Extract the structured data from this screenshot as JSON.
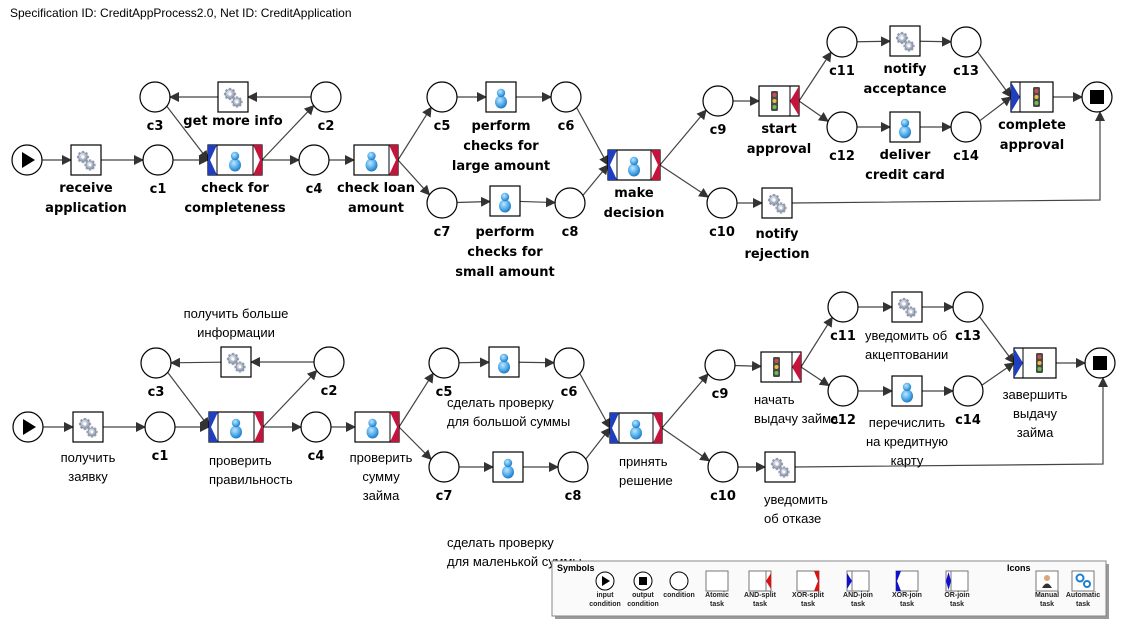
{
  "header": {
    "title": "Specification ID: CreditAppProcess2.0, Net ID:  CreditApplication"
  },
  "colors": {
    "join_blue": "#1f3fbf",
    "split_red": "#c4143c",
    "edge": "#444444"
  },
  "diagrams": [
    {
      "id": "english",
      "label_style": "en",
      "nodes": [
        {
          "id": "in",
          "kind": "input",
          "label": []
        },
        {
          "id": "receive",
          "kind": "task",
          "icon": "automatic",
          "label": [
            "receive",
            "application"
          ]
        },
        {
          "id": "c1",
          "kind": "condition",
          "label": [
            "c1"
          ]
        },
        {
          "id": "check",
          "kind": "task",
          "icon": "manual",
          "join": "xor",
          "split": "xor",
          "label": [
            "check for",
            "completeness"
          ]
        },
        {
          "id": "c3",
          "kind": "condition",
          "label": [
            "c3"
          ]
        },
        {
          "id": "getinfo",
          "kind": "task",
          "icon": "automatic",
          "label": [
            "get more info"
          ]
        },
        {
          "id": "c2",
          "kind": "condition",
          "label": [
            "c2"
          ]
        },
        {
          "id": "c4",
          "kind": "condition",
          "label": [
            "c4"
          ]
        },
        {
          "id": "checkloan",
          "kind": "task",
          "icon": "manual",
          "split": "xor",
          "label": [
            "check loan",
            "amount"
          ]
        },
        {
          "id": "c5",
          "kind": "condition",
          "label": [
            "c5"
          ]
        },
        {
          "id": "large",
          "kind": "task",
          "icon": "manual",
          "label": [
            "perform",
            "checks for",
            "large amount"
          ]
        },
        {
          "id": "c6",
          "kind": "condition",
          "label": [
            "c6"
          ]
        },
        {
          "id": "c7",
          "kind": "condition",
          "label": [
            "c7"
          ]
        },
        {
          "id": "small",
          "kind": "task",
          "icon": "manual",
          "label": [
            "perform",
            "checks for",
            "small amount"
          ]
        },
        {
          "id": "c8",
          "kind": "condition",
          "label": [
            "c8"
          ]
        },
        {
          "id": "decision",
          "kind": "task",
          "icon": "manual",
          "join": "xor",
          "split": "xor",
          "label": [
            "make",
            "decision"
          ]
        },
        {
          "id": "c9",
          "kind": "condition",
          "label": [
            "c9"
          ]
        },
        {
          "id": "startapp",
          "kind": "task",
          "icon": "trafficlight",
          "split": "and",
          "label": [
            "start",
            "approval"
          ]
        },
        {
          "id": "c10",
          "kind": "condition",
          "label": [
            "c10"
          ]
        },
        {
          "id": "reject",
          "kind": "task",
          "icon": "automatic",
          "label": [
            "notify",
            "rejection"
          ]
        },
        {
          "id": "c11",
          "kind": "condition",
          "label": [
            "c11"
          ]
        },
        {
          "id": "accept",
          "kind": "task",
          "icon": "automatic",
          "label": [
            "notify",
            "acceptance"
          ]
        },
        {
          "id": "c13",
          "kind": "condition",
          "label": [
            "c13"
          ]
        },
        {
          "id": "c12",
          "kind": "condition",
          "label": [
            "c12"
          ]
        },
        {
          "id": "deliver",
          "kind": "task",
          "icon": "manual",
          "label": [
            "deliver",
            "credit card"
          ]
        },
        {
          "id": "c14",
          "kind": "condition",
          "label": [
            "c14"
          ]
        },
        {
          "id": "complete",
          "kind": "task",
          "icon": "trafficlight",
          "join": "and",
          "label": [
            "complete",
            "approval"
          ]
        },
        {
          "id": "out",
          "kind": "output",
          "label": []
        }
      ]
    },
    {
      "id": "russian",
      "label_style": "ru",
      "nodes": [
        {
          "id": "in",
          "kind": "input",
          "label": []
        },
        {
          "id": "receive",
          "kind": "task",
          "icon": "automatic",
          "label": [
            "получить",
            "заявку"
          ]
        },
        {
          "id": "c1",
          "kind": "condition",
          "label": [
            "c1"
          ]
        },
        {
          "id": "check",
          "kind": "task",
          "icon": "manual",
          "join": "xor",
          "split": "xor",
          "label": [
            "проверить",
            "правильность"
          ]
        },
        {
          "id": "c3",
          "kind": "condition",
          "label": [
            "c3"
          ]
        },
        {
          "id": "getinfo",
          "kind": "task",
          "icon": "automatic",
          "label": [
            "получить больше",
            "информации"
          ]
        },
        {
          "id": "c2",
          "kind": "condition",
          "label": [
            "c2"
          ]
        },
        {
          "id": "c4",
          "kind": "condition",
          "label": [
            "c4"
          ]
        },
        {
          "id": "checkloan",
          "kind": "task",
          "icon": "manual",
          "split": "xor",
          "label": [
            "проверить",
            "сумму",
            "займа"
          ]
        },
        {
          "id": "c5",
          "kind": "condition",
          "label": [
            "c5"
          ]
        },
        {
          "id": "large",
          "kind": "task",
          "icon": "manual",
          "label": [
            "сделать проверку",
            "для большой суммы"
          ]
        },
        {
          "id": "c6",
          "kind": "condition",
          "label": [
            "c6"
          ]
        },
        {
          "id": "c7",
          "kind": "condition",
          "label": [
            "c7"
          ]
        },
        {
          "id": "small",
          "kind": "task",
          "icon": "manual",
          "label": [
            "сделать проверку",
            "для маленькой суммы"
          ]
        },
        {
          "id": "c8",
          "kind": "condition",
          "label": [
            "c8"
          ]
        },
        {
          "id": "decision",
          "kind": "task",
          "icon": "manual",
          "join": "xor",
          "split": "xor",
          "label": [
            "принять",
            "решение"
          ]
        },
        {
          "id": "c9",
          "kind": "condition",
          "label": [
            "c9"
          ]
        },
        {
          "id": "startapp",
          "kind": "task",
          "icon": "trafficlight",
          "split": "and",
          "label": [
            "начать",
            "выдачу займа"
          ]
        },
        {
          "id": "c10",
          "kind": "condition",
          "label": [
            "c10"
          ]
        },
        {
          "id": "reject",
          "kind": "task",
          "icon": "automatic",
          "label": [
            "уведомить",
            "об отказе"
          ]
        },
        {
          "id": "c11",
          "kind": "condition",
          "label": [
            "c11"
          ]
        },
        {
          "id": "accept",
          "kind": "task",
          "icon": "automatic",
          "label": [
            "уведомить об",
            "акцептовании"
          ]
        },
        {
          "id": "c13",
          "kind": "condition",
          "label": [
            "c13"
          ]
        },
        {
          "id": "c12",
          "kind": "condition",
          "label": [
            "c12"
          ]
        },
        {
          "id": "deliver",
          "kind": "task",
          "icon": "manual",
          "label": [
            "перечислить",
            "на кредитную",
            "карту"
          ]
        },
        {
          "id": "c14",
          "kind": "condition",
          "label": [
            "c14"
          ]
        },
        {
          "id": "complete",
          "kind": "task",
          "icon": "trafficlight",
          "join": "and",
          "label": [
            "завершить",
            "выдачу",
            "займа"
          ]
        },
        {
          "id": "out",
          "kind": "output",
          "label": []
        }
      ]
    }
  ],
  "edges": [
    [
      "in",
      "receive"
    ],
    [
      "receive",
      "c1"
    ],
    [
      "c1",
      "check"
    ],
    [
      "c3",
      "check"
    ],
    [
      "check",
      "c2"
    ],
    [
      "c2",
      "getinfo"
    ],
    [
      "getinfo",
      "c3"
    ],
    [
      "check",
      "c4"
    ],
    [
      "c4",
      "checkloan"
    ],
    [
      "checkloan",
      "c5"
    ],
    [
      "checkloan",
      "c7"
    ],
    [
      "c5",
      "large"
    ],
    [
      "large",
      "c6"
    ],
    [
      "c7",
      "small"
    ],
    [
      "small",
      "c8"
    ],
    [
      "c6",
      "decision"
    ],
    [
      "c8",
      "decision"
    ],
    [
      "decision",
      "c9"
    ],
    [
      "decision",
      "c10"
    ],
    [
      "c9",
      "startapp"
    ],
    [
      "c10",
      "reject"
    ],
    [
      "startapp",
      "c11"
    ],
    [
      "startapp",
      "c12"
    ],
    [
      "c11",
      "accept"
    ],
    [
      "accept",
      "c13"
    ],
    [
      "c12",
      "deliver"
    ],
    [
      "deliver",
      "c14"
    ],
    [
      "c13",
      "complete"
    ],
    [
      "c14",
      "complete"
    ],
    [
      "complete",
      "out"
    ],
    [
      "reject",
      "out"
    ]
  ],
  "legend": {
    "symbols_title": "Symbols",
    "icons_title": "Icons",
    "symbols": [
      {
        "kind": "input",
        "label": [
          "input",
          "condition"
        ]
      },
      {
        "kind": "output",
        "label": [
          "output",
          "condition"
        ]
      },
      {
        "kind": "condition",
        "label": [
          "condition"
        ]
      },
      {
        "kind": "atomic",
        "label": [
          "Atomic",
          "task"
        ]
      },
      {
        "kind": "and-split",
        "label": [
          "AND-split",
          "task"
        ]
      },
      {
        "kind": "xor-split",
        "label": [
          "XOR-split",
          "task"
        ]
      },
      {
        "kind": "and-join",
        "label": [
          "AND-join",
          "task"
        ]
      },
      {
        "kind": "xor-join",
        "label": [
          "XOR-join",
          "task"
        ]
      },
      {
        "kind": "or-join",
        "label": [
          "OR-join",
          "task"
        ]
      }
    ],
    "icons": [
      {
        "kind": "manual",
        "label": [
          "Manual",
          "task"
        ]
      },
      {
        "kind": "automatic",
        "label": [
          "Automatic",
          "task"
        ]
      }
    ]
  }
}
